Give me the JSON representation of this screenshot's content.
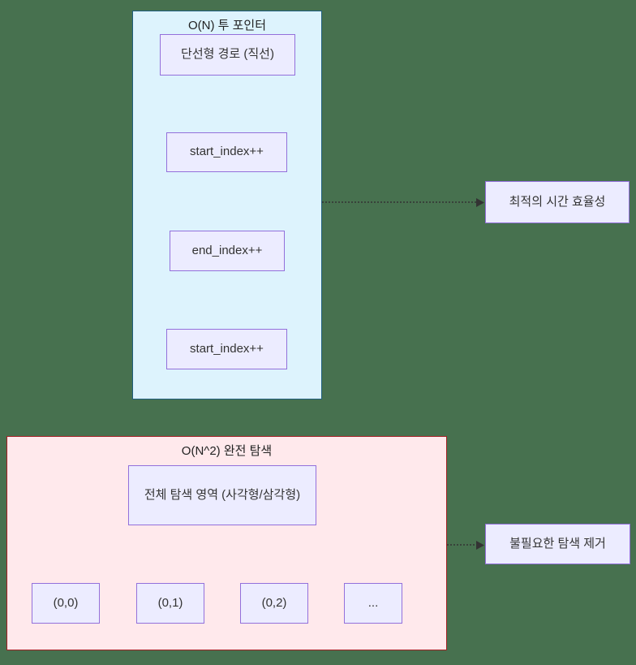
{
  "colors": {
    "page_background": "#47714F",
    "two_pointer_fill": "#DDF3FD",
    "two_pointer_border": "#205E7D",
    "brute_force_fill": "#FFE9EC",
    "brute_force_border": "#A42024",
    "node_fill": "#ECECFF",
    "node_border": "#9370DB",
    "node_text": "#333333",
    "title_text": "#222222",
    "edge_color": "#555555",
    "dotted_edge_color": "#333333"
  },
  "two_pointer": {
    "title": "O(N) 투 포인터",
    "nodes": {
      "linear_path": {
        "label": "단선형 경로 (직선)"
      },
      "start_1": {
        "label": "start_index++"
      },
      "end_1": {
        "label": "end_index++"
      },
      "start_2": {
        "label": "start_index++"
      }
    },
    "outcome": {
      "label": "최적의 시간 효율성"
    }
  },
  "brute_force": {
    "title": "O(N^2) 완전 탐색",
    "nodes": {
      "search_area": {
        "label": "전체 탐색 영역 (사각형/삼각형)"
      },
      "cell_00": {
        "label": "(0,0)"
      },
      "cell_01": {
        "label": "(0,1)"
      },
      "cell_02": {
        "label": "(0,2)"
      },
      "cell_more": {
        "label": "..."
      }
    },
    "outcome": {
      "label": "불필요한 탐색 제거"
    }
  }
}
